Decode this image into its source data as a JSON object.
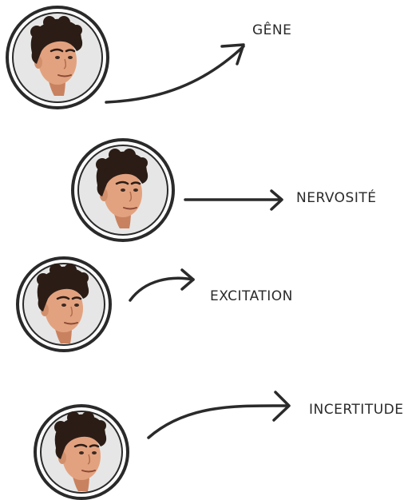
{
  "emotions": [
    {
      "label": "GÊNE"
    },
    {
      "label": "NERVOSITÉ"
    },
    {
      "label": "EXCITATION"
    },
    {
      "label": "INCERTITUDE"
    }
  ],
  "colors": {
    "ink": "#2a2a2a",
    "badge_fill": "#e6e6e6",
    "hair": "#2b1d16",
    "skin": "#e3a27f",
    "skin_shadow": "#c9825f"
  }
}
